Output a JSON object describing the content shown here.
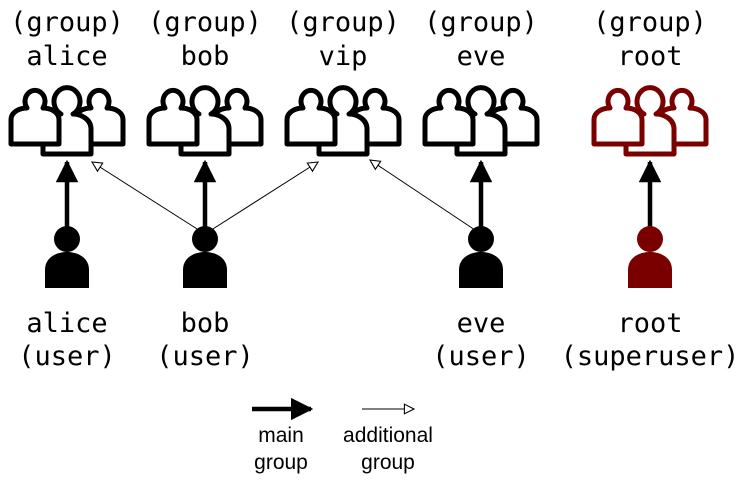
{
  "groups": [
    {
      "id": "alice",
      "tag": "(group)",
      "name": "alice",
      "color": "#000000"
    },
    {
      "id": "bob",
      "tag": "(group)",
      "name": "bob",
      "color": "#000000"
    },
    {
      "id": "vip",
      "tag": "(group)",
      "name": "vip",
      "color": "#000000"
    },
    {
      "id": "eve",
      "tag": "(group)",
      "name": "eve",
      "color": "#000000"
    },
    {
      "id": "root",
      "tag": "(group)",
      "name": "root",
      "color": "#7a0000"
    }
  ],
  "users": [
    {
      "id": "alice",
      "name": "alice",
      "role": "(user)",
      "color": "#000000"
    },
    {
      "id": "bob",
      "name": "bob",
      "role": "(user)",
      "color": "#000000"
    },
    {
      "id": "eve",
      "name": "eve",
      "role": "(user)",
      "color": "#000000"
    },
    {
      "id": "root",
      "name": "root",
      "role": "(superuser)",
      "color": "#7a0000"
    }
  ],
  "legend": {
    "main": {
      "line1": "main",
      "line2": "group"
    },
    "additional": {
      "line1": "additional",
      "line2": "group"
    }
  }
}
